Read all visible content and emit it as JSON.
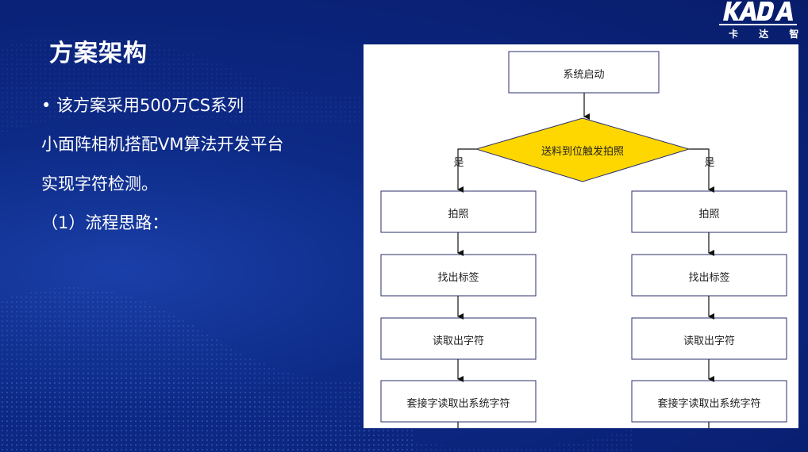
{
  "slide": {
    "title": "方案架构",
    "bullet_1": "• 该方案采用500万CS系列",
    "bullet_2": "小面阵相机搭配VM算法开发平台",
    "bullet_3": "实现字符检测。",
    "bullet_4": "（1）流程思路："
  },
  "logo": {
    "wordmark": "KADA",
    "subtitle": "卡 达 智 慧"
  },
  "flowchart": {
    "start": "系统启动",
    "decision": "送料到位触发拍照",
    "yes_left": "是",
    "yes_right": "是",
    "left": [
      "拍照",
      "找出标签",
      "读取出字符",
      "套接字读取出系统字符"
    ],
    "right": [
      "拍照",
      "找出标签",
      "读取出字符",
      "套接字读取出系统字符"
    ]
  },
  "colors": {
    "background": "#0d2a86",
    "decision_fill": "#ffd700",
    "box_stroke": "#2b2f6b",
    "panel": "#ffffff"
  }
}
